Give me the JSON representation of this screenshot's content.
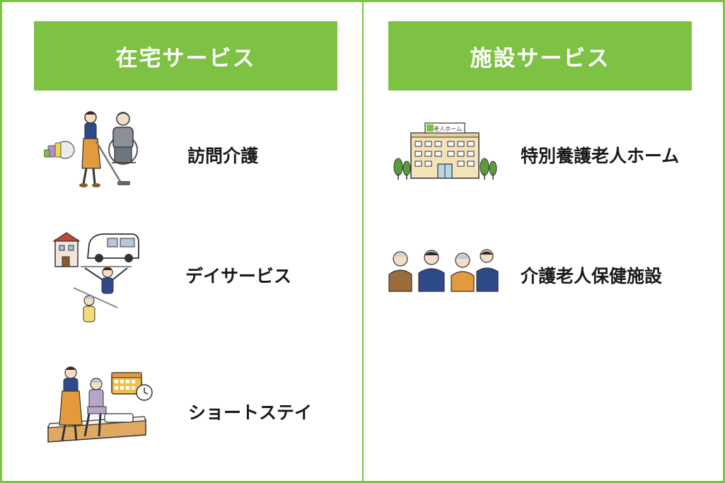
{
  "home_services": {
    "header": "在宅サービス",
    "items": [
      {
        "label": "訪問介護",
        "icon": "home-care-icon"
      },
      {
        "label": "デイサービス",
        "icon": "day-service-icon"
      },
      {
        "label": "ショートステイ",
        "icon": "short-stay-icon"
      }
    ]
  },
  "facility_services": {
    "header": "施設サービス",
    "building_sign": "老人ホーム",
    "items": [
      {
        "label": "特別養護老人ホーム",
        "icon": "nursing-home-building-icon"
      },
      {
        "label": "介護老人保健施設",
        "icon": "care-staff-group-icon"
      }
    ]
  },
  "colors": {
    "accent": "#7dc242",
    "text": "#1a1a1a",
    "navy": "#2f4a8a",
    "orange": "#e39a3d"
  }
}
